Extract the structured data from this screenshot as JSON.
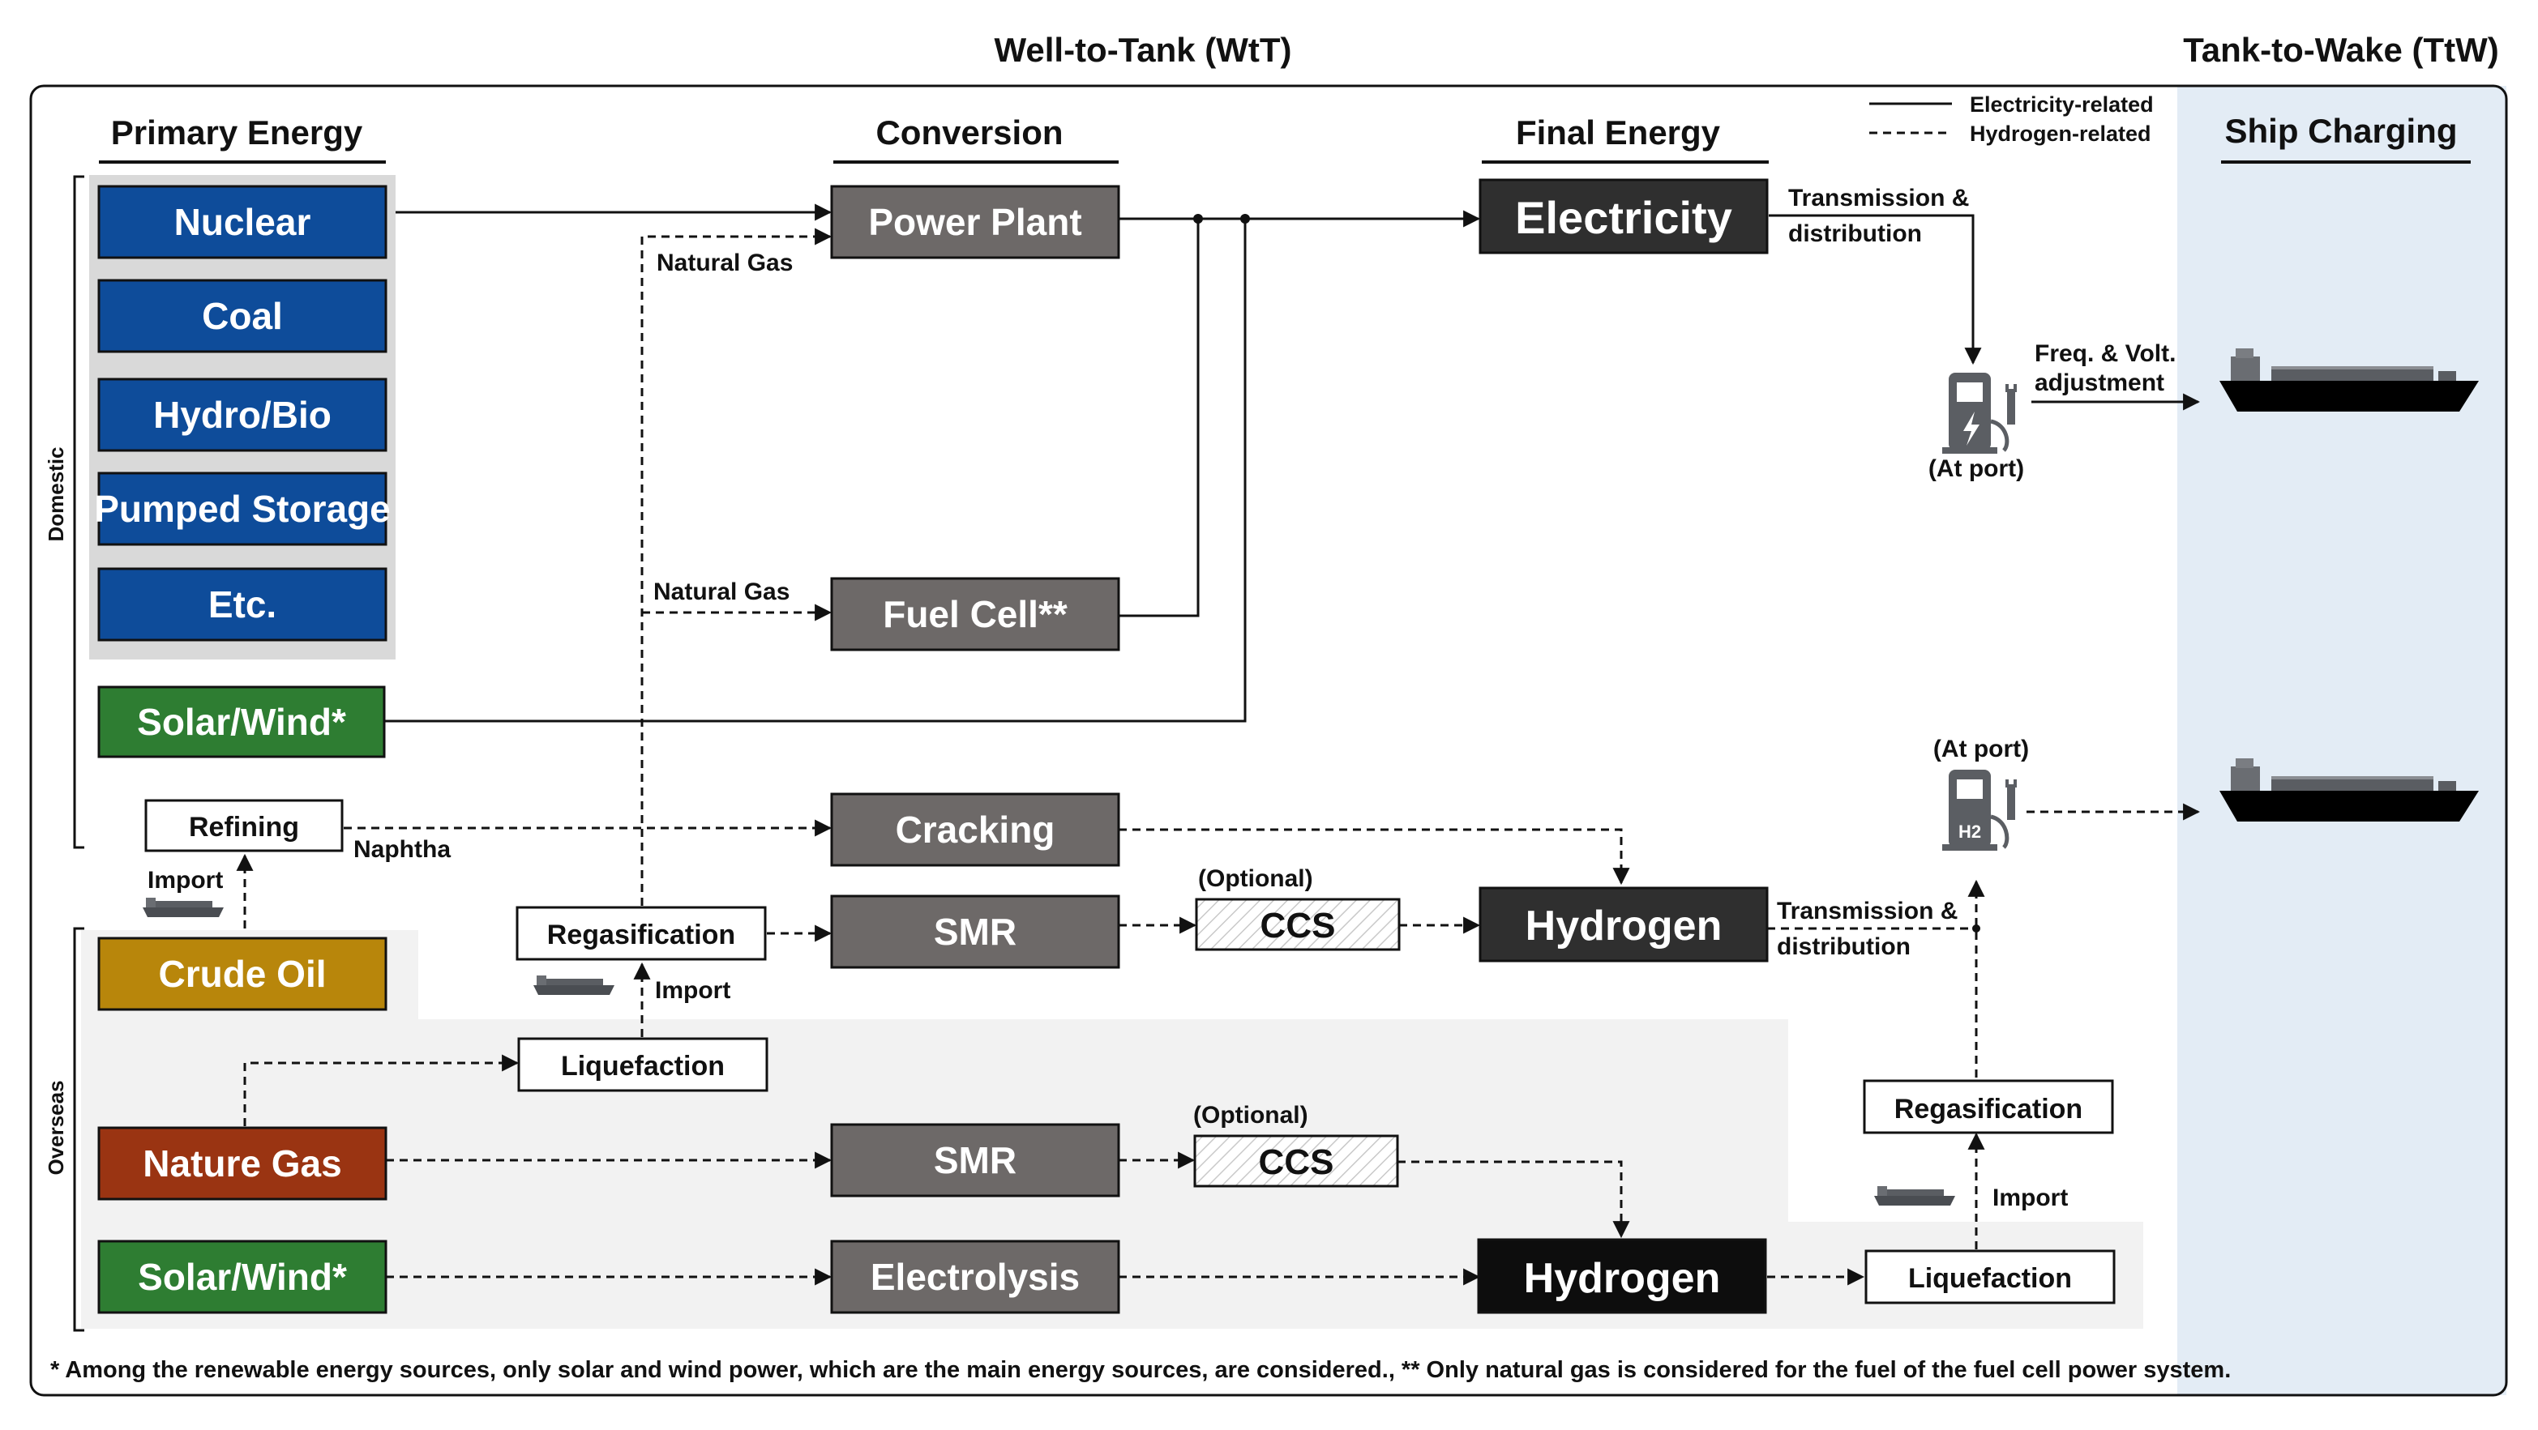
{
  "headers": {
    "wtt": "Well-to-Tank (WtT)",
    "ttw": "Tank-to-Wake (TtW)",
    "primary_energy": "Primary Energy",
    "conversion": "Conversion",
    "final_energy": "Final Energy",
    "ship_charging": "Ship Charging"
  },
  "legend": {
    "electricity": "Electricity-related",
    "hydrogen": "Hydrogen-related"
  },
  "side_labels": {
    "domestic": "Domestic",
    "overseas": "Overseas"
  },
  "primary": {
    "nuclear": "Nuclear",
    "coal": "Coal",
    "hydro_bio": "Hydro/Bio",
    "pumped_storage": "Pumped Storage",
    "etc": "Etc.",
    "solar_wind_domestic": "Solar/Wind*",
    "refining": "Refining",
    "crude_oil": "Crude Oil",
    "nature_gas": "Nature Gas",
    "solar_wind_overseas": "Solar/Wind*"
  },
  "conversion": {
    "power_plant": "Power Plant",
    "fuel_cell": "Fuel Cell**",
    "cracking": "Cracking",
    "smr_domestic": "SMR",
    "ccs_domestic": "CCS",
    "optional_domestic": "(Optional)",
    "regasification_domestic": "Regasification",
    "liquefaction_ng": "Liquefaction",
    "smr_overseas": "SMR",
    "ccs_overseas": "CCS",
    "optional_overseas": "(Optional)",
    "electrolysis": "Electrolysis"
  },
  "final": {
    "electricity": "Electricity",
    "hydrogen_domestic": "Hydrogen",
    "hydrogen_overseas": "Hydrogen"
  },
  "h2_chain": {
    "regasification": "Regasification",
    "liquefaction": "Liquefaction"
  },
  "edge_labels": {
    "natural_gas_1": "Natural Gas",
    "natural_gas_2": "Natural Gas",
    "naphtha": "Naphtha",
    "import_crude": "Import",
    "import_lng": "Import",
    "import_h2": "Import",
    "td_elec_1": "Transmission &",
    "td_elec_2": "distribution",
    "td_h2_1": "Transmission &",
    "td_h2_2": "distribution",
    "freq_1": "Freq. & Volt.",
    "freq_2": "adjustment",
    "at_port_elec": "(At port)",
    "at_port_h2": "(At port)",
    "h2_icon": "H2"
  },
  "footnote": "* Among the renewable energy sources, only solar and wind power, which are the main energy sources, are considered., ** Only natural gas is considered for the fuel of the fuel cell power system.",
  "icons": [
    "electric-charger-icon",
    "hydrogen-charger-icon",
    "container-ship-icon",
    "import-ship-icon"
  ],
  "colors": {
    "blue": "#0e4c9a",
    "green": "#2e7d32",
    "crude": "#b8860b",
    "nature_gas": "#9a3412",
    "gray_box": "#6d6968",
    "dark_box": "#2f2f2f",
    "ship_panel": "#e3ecf5"
  }
}
